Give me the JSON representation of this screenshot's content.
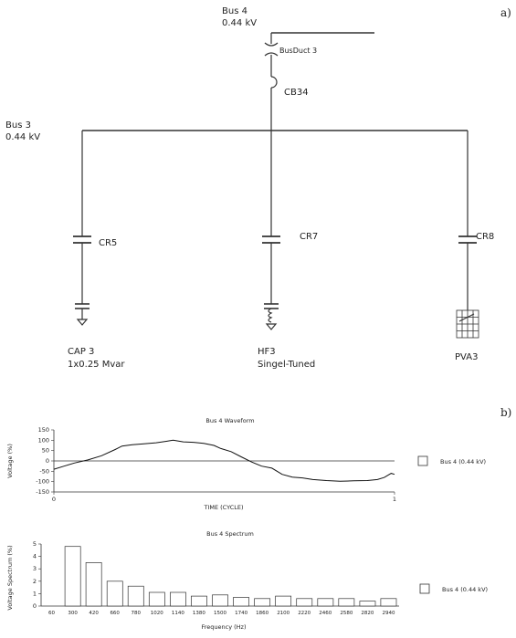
{
  "panel_a": {
    "tag": "a)",
    "bus4": {
      "name": "Bus 4",
      "voltage": "0.44 kV"
    },
    "bus3": {
      "name": "Bus 3",
      "voltage": "0.44 kV"
    },
    "busduct": "BusDuct 3",
    "breaker": "CB34",
    "branches": [
      {
        "relay": "CR5",
        "load_name": "CAP 3",
        "load_desc": "1x0.25 Mvar"
      },
      {
        "relay": "CR7",
        "load_name": "HF3",
        "load_desc": "Singel-Tuned"
      },
      {
        "relay": "CR8",
        "load_name": "PVA3",
        "load_desc": ""
      }
    ]
  },
  "panel_b": {
    "tag": "b)",
    "chart_data": [
      {
        "type": "line",
        "title": "Bus 4 Waveform",
        "xlabel": "TIME (CYCLE)",
        "ylabel": "Voltage (%)",
        "legend": "Bus 4 (0.44 kV)",
        "legend_position": "right",
        "xlim": [
          0,
          1
        ],
        "ylim": [
          -150,
          150
        ],
        "xticks": [
          "0",
          "1"
        ],
        "yticks": [
          "150",
          "100",
          "50",
          "0",
          "-50",
          "-100",
          "-150"
        ],
        "x": [
          0,
          0.03,
          0.06,
          0.1,
          0.14,
          0.18,
          0.2,
          0.23,
          0.26,
          0.3,
          0.33,
          0.35,
          0.38,
          0.41,
          0.44,
          0.47,
          0.49,
          0.52,
          0.55,
          0.58,
          0.61,
          0.64,
          0.67,
          0.7,
          0.73,
          0.76,
          0.8,
          0.84,
          0.88,
          0.92,
          0.95,
          0.97,
          0.99,
          1
        ],
        "y": [
          -40,
          -25,
          -10,
          5,
          25,
          55,
          72,
          78,
          82,
          88,
          95,
          100,
          92,
          90,
          85,
          75,
          60,
          45,
          20,
          -5,
          -25,
          -35,
          -65,
          -78,
          -82,
          -90,
          -95,
          -98,
          -96,
          -95,
          -90,
          -80,
          -60,
          -65
        ]
      },
      {
        "type": "bar",
        "title": "Bus 4 Spectrum",
        "xlabel": "Frequency (Hz)",
        "ylabel": "Voltage Spectrum (%)",
        "legend": "Bus 4 (0.44 kV)",
        "legend_position": "right",
        "ylim": [
          0,
          5
        ],
        "yticks": [
          "5",
          "4",
          "3",
          "2",
          "1",
          "0"
        ],
        "categories": [
          "60",
          "300",
          "420",
          "660",
          "780",
          "1020",
          "1140",
          "1380",
          "1500",
          "1740",
          "1860",
          "2100",
          "2220",
          "2460",
          "2580",
          "2820",
          "2940"
        ],
        "values": [
          0,
          4.8,
          3.5,
          2.0,
          1.6,
          1.1,
          1.1,
          0.8,
          0.9,
          0.7,
          0.6,
          0.8,
          0.6,
          0.6,
          0.6,
          0.4,
          0.6
        ]
      }
    ]
  }
}
